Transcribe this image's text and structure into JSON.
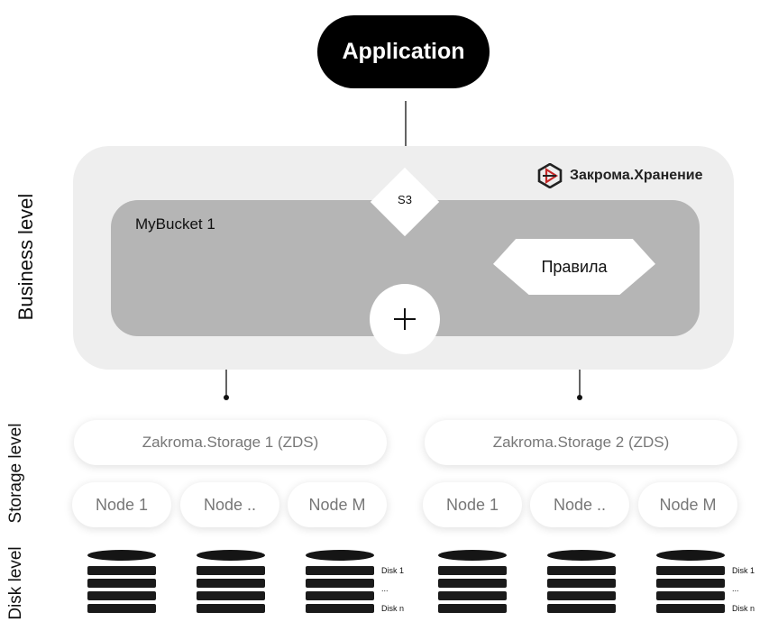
{
  "levels": {
    "business": "Business level",
    "storage": "Storage level",
    "disk": "Disk level"
  },
  "application": {
    "label": "Application"
  },
  "brand": {
    "name": "Закрома.Хранение",
    "icon": "zakroma-logo-icon",
    "accent": "#c62828"
  },
  "business": {
    "s3_label": "S3",
    "bucket_label": "MyBucket 1",
    "rules_label": "Правила",
    "plus_symbol": "+"
  },
  "storage": {
    "items": [
      {
        "label": "Zakroma.Storage 1 (ZDS)",
        "nodes": [
          "Node 1",
          "Node ..",
          "Node M"
        ]
      },
      {
        "label": "Zakroma.Storage 2 (ZDS)",
        "nodes": [
          "Node 1",
          "Node ..",
          "Node M"
        ]
      }
    ]
  },
  "disk": {
    "labels": [
      "Disk 1",
      "...",
      "Disk n"
    ]
  },
  "colors": {
    "business_bg": "#eeeeee",
    "bucket_bg": "#b5b5b5",
    "dark": "#000000"
  }
}
